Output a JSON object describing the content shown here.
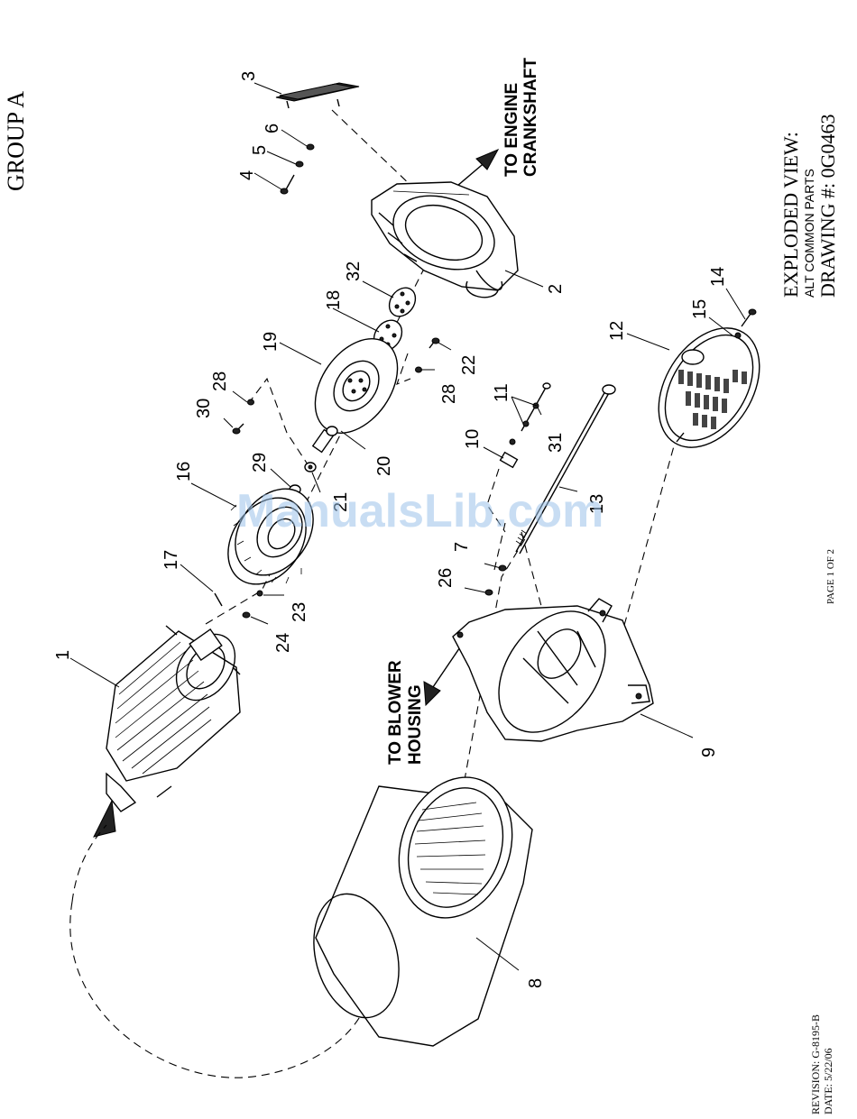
{
  "header": {
    "group": "GROUP A"
  },
  "title_block": {
    "line1": "EXPLODED VIEW:",
    "line2": "ALT COMMON PARTS",
    "line3": "DRAWING #: 0G0463"
  },
  "footer": {
    "revision": "REVISION: G-8195-B",
    "date": "DATE:  5/22/06",
    "page": "PAGE 1 OF 2"
  },
  "annotations": {
    "engine_1": "TO ENGINE",
    "engine_2": "CRANKSHAFT",
    "blower_1": "TO BLOWER",
    "blower_2": "HOUSING"
  },
  "watermark": "ManualsLib.com",
  "callouts": {
    "c1": "1",
    "c2": "2",
    "c3": "3",
    "c4": "4",
    "c5": "5",
    "c6": "6",
    "c7": "7",
    "c8": "8",
    "c9": "9",
    "c10": "10",
    "c11": "11",
    "c12": "12",
    "c13": "13",
    "c14": "14",
    "c15": "15",
    "c16": "16",
    "c17": "17",
    "c18": "18",
    "c19": "19",
    "c20": "20",
    "c21": "21",
    "c22": "22",
    "c23": "23",
    "c24": "24",
    "c26": "26",
    "c28a": "28",
    "c28b": "28",
    "c29": "29",
    "c30": "30",
    "c31": "31",
    "c32": "32"
  },
  "icons": {
    "engine_arrow": "arrow-up-right-icon",
    "blower_arrow": "arrow-down-left-icon",
    "rotor_arrow": "arrow-up-icon"
  }
}
